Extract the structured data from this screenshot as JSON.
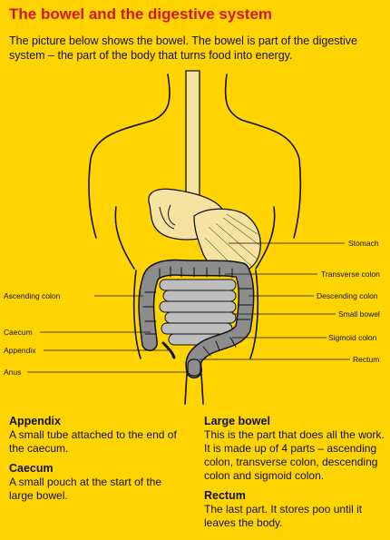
{
  "header": {
    "title": "The bowel and the digestive system",
    "intro": "The picture below shows the bowel. The bowel is part of the digestive system – the part of the body that turns food into energy."
  },
  "diagram": {
    "labels": {
      "stomach": "Stomach",
      "transverse_colon": "Transverse colon",
      "ascending_colon": "Ascending colon",
      "descending_colon": "Descending colon",
      "small_bowel": "Small bowel",
      "caecum": "Caecum",
      "sigmoid_colon": "Sigmoid colon",
      "appendix": "Appendix",
      "rectum": "Rectum",
      "anus": "Anus"
    },
    "colors": {
      "background": "#FFD400",
      "title": "#D7141A",
      "organ_fill": "#F6E3A0",
      "colon_fill": "#8C8C8C",
      "small_bowel_fill": "#BEBEBE"
    }
  },
  "definitions": {
    "appendix": {
      "heading": "Appendix",
      "text": "A small tube attached to the end of the caecum."
    },
    "caecum": {
      "heading": "Caecum",
      "text": "A small pouch at the start of the large bowel."
    },
    "large_bowel": {
      "heading": "Large bowel",
      "text": "This is the part that does all the work. It is made up of 4 parts – ascending colon, transverse colon, descending colon and sigmoid colon."
    },
    "rectum": {
      "heading": "Rectum",
      "text": "The last part. It stores poo until it leaves the body."
    }
  }
}
